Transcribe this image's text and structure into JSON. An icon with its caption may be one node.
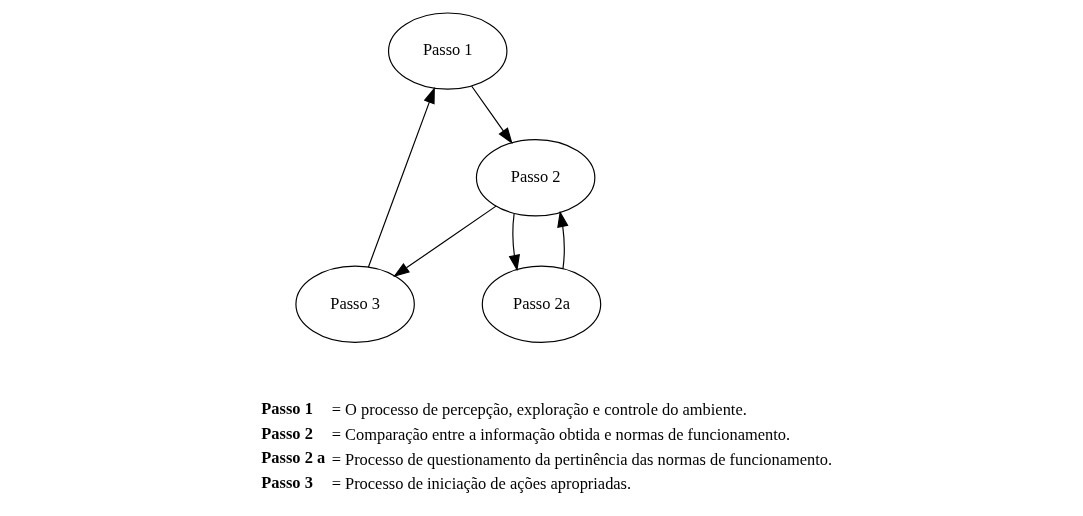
{
  "diagram": {
    "nodes": [
      {
        "text": [
          "Passo 1"
        ]
      },
      {
        "text": [
          "Passo 2"
        ]
      },
      {
        "text": [
          "Passo 3"
        ]
      },
      {
        "text": [
          "Passo 2a"
        ]
      }
    ],
    "edges": [
      {
        "from": 0,
        "to": 1,
        "arrow": "to"
      },
      {
        "from": 1,
        "to": 2,
        "arrow": "to"
      },
      {
        "from": 2,
        "to": 0,
        "arrow": "to"
      },
      {
        "from": 1,
        "to": 3,
        "arrow": "to"
      },
      {
        "from": 3,
        "to": 1,
        "arrow": "to"
      }
    ],
    "labels": [
      "Passo 1",
      "= O processo de percepção, exploração e controle do ambiente.",
      "Passo 2",
      "= Comparação entre a informação obtida e normas de funcionamento.",
      "Passo 2 a",
      "= Processo de questionamento da pertinência das normas de funcionamento.",
      "Passo 3",
      "= Processo de iniciação de ações apropriadas."
    ]
  }
}
